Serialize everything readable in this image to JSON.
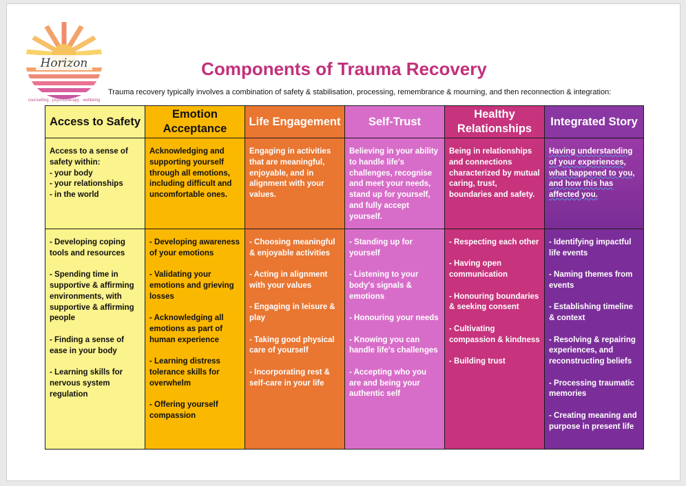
{
  "logo": {
    "name": "Horizon",
    "tagline": "counselling · psychotherapy · wellbeing"
  },
  "title": "Components of Trauma Recovery",
  "subtitle": "Trauma recovery typically involves a combination of safety & stabilisation, processing, remembrance & mourning, and then reconnection & integration:",
  "columns": [
    {
      "heading": "Access to Safety",
      "description": [
        "Access to a sense of safety within:",
        "- your body",
        "- your relationships",
        "- in the world"
      ],
      "items": [
        "- Developing coping tools and resources",
        "- Spending time in supportive & affirming environments, with supportive & affirming people",
        "- Finding a sense of ease in your body",
        "- Learning skills for nervous system regulation"
      ]
    },
    {
      "heading": "Emotion Acceptance",
      "description": [
        "Acknowledging and supporting yourself through all emotions, including difficult and uncomfortable ones."
      ],
      "items": [
        "- Developing awareness of your emotions",
        "- Validating your emotions and grieving losses",
        "- Acknowledging all emotions as part of human experience",
        "- Learning distress tolerance skills for overwhelm",
        "- Offering yourself compassion"
      ]
    },
    {
      "heading": "Life Engagement",
      "description": [
        "Engaging in activities that are meaningful, enjoyable, and in alignment with your values."
      ],
      "items": [
        "- Choosing meaningful & enjoyable activities",
        "- Acting in alignment with your values",
        "- Engaging in leisure & play",
        "- Taking good physical care of yourself",
        "- Incorporating rest & self-care in your life"
      ]
    },
    {
      "heading": "Self-Trust",
      "description": [
        "Believing in your ability to handle life's challenges, recognise and meet your needs, stand up for yourself, and fully accept yourself."
      ],
      "items": [
        "- Standing up for yourself",
        "- Listening to your body's signals & emotions",
        "- Honouring your needs",
        "- Knowing you can handle life's challenges",
        "- Accepting who you are and being your authentic self"
      ]
    },
    {
      "heading": "Healthy Relationships",
      "description": [
        "Being in relationships and connections characterized by mutual caring, trust, boundaries and safety."
      ],
      "items": [
        "- Respecting each other",
        "- Having open communication",
        "- Honouring boundaries & seeking consent",
        "- Cultivating compassion & kindness",
        "- Building trust"
      ]
    },
    {
      "heading": "Integrated Story",
      "description": [
        "Having understanding of your experiences, what happened to you, and how this has affected you."
      ],
      "items": [
        "- Identifying impactful life events",
        "- Naming themes from events",
        "- Establishing timeline & context",
        "- Resolving & repairing experiences, and reconstructing beliefs",
        "- Processing traumatic memories",
        "- Creating meaning and purpose in present life"
      ]
    }
  ],
  "colors": {
    "title": "#c2307b",
    "col1": "#fbf38c",
    "col2": "#fbb800",
    "col3": "#e97631",
    "col4": "#d86dc9",
    "col5": "#c7337d",
    "col6": "#7b2e99"
  }
}
